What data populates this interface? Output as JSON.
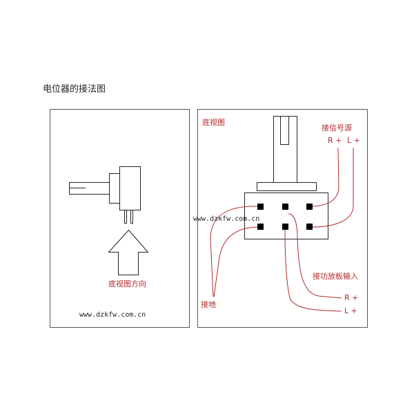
{
  "title": "电位器的接法图",
  "side_panel": {
    "arrow_label": "底视图方向",
    "watermark": "www.dzkfw.com.cn"
  },
  "bottom_panel": {
    "title": "底视图",
    "source_label": "接信号源",
    "source_r": "R +",
    "source_l": "L +",
    "watermark": "www.dzkfw.com.cn",
    "amp_label": "接功放板输入",
    "amp_r": "R +",
    "amp_l": "L +",
    "ground_label": "接地"
  },
  "colors": {
    "label": "#b22a2a",
    "wire": "#b22a2a",
    "outline": "#222222",
    "frame": "#555555"
  }
}
